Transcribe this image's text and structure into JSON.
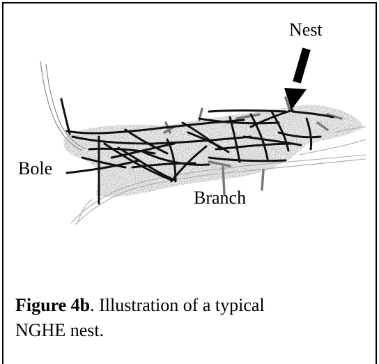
{
  "labels": {
    "nest": "Nest",
    "bole": "Bole",
    "branch": "Branch"
  },
  "caption": {
    "figure_label": "Figure 4b",
    "text": ". Illustration of a typical NGHE nest."
  },
  "colors": {
    "ink": "#000000",
    "twig_gray": "#808080",
    "foliage": "#9a9a9a",
    "branch_line": "#b0b0b0"
  }
}
